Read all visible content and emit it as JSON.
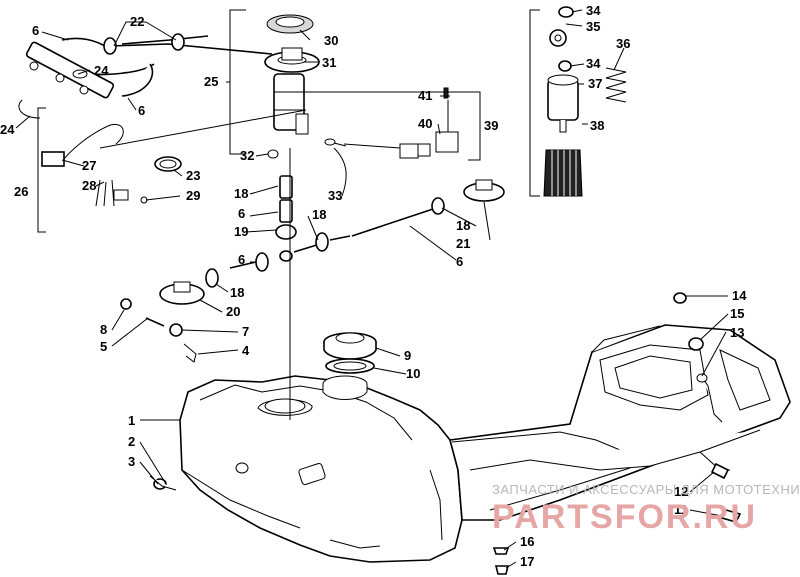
{
  "diagram": {
    "callouts": [
      {
        "id": "c1",
        "text": "1"
      },
      {
        "id": "c2",
        "text": "2"
      },
      {
        "id": "c3",
        "text": "3"
      },
      {
        "id": "c4",
        "text": "4"
      },
      {
        "id": "c5",
        "text": "5"
      },
      {
        "id": "c6a",
        "text": "6"
      },
      {
        "id": "c6b",
        "text": "6"
      },
      {
        "id": "c6c",
        "text": "6"
      },
      {
        "id": "c6d",
        "text": "6"
      },
      {
        "id": "c6e",
        "text": "6"
      },
      {
        "id": "c7",
        "text": "7"
      },
      {
        "id": "c8",
        "text": "8"
      },
      {
        "id": "c9",
        "text": "9"
      },
      {
        "id": "c10",
        "text": "10"
      },
      {
        "id": "c11",
        "text": "11"
      },
      {
        "id": "c12",
        "text": "12"
      },
      {
        "id": "c13",
        "text": "13"
      },
      {
        "id": "c14",
        "text": "14"
      },
      {
        "id": "c15",
        "text": "15"
      },
      {
        "id": "c16",
        "text": "16"
      },
      {
        "id": "c17",
        "text": "17"
      },
      {
        "id": "c18a",
        "text": "18"
      },
      {
        "id": "c18b",
        "text": "18"
      },
      {
        "id": "c18c",
        "text": "18"
      },
      {
        "id": "c18d",
        "text": "18"
      },
      {
        "id": "c19",
        "text": "19"
      },
      {
        "id": "c20",
        "text": "20"
      },
      {
        "id": "c21",
        "text": "21"
      },
      {
        "id": "c22",
        "text": "22"
      },
      {
        "id": "c23",
        "text": "23"
      },
      {
        "id": "c24a",
        "text": "24"
      },
      {
        "id": "c24b",
        "text": "24"
      },
      {
        "id": "c25",
        "text": "25"
      },
      {
        "id": "c26",
        "text": "26"
      },
      {
        "id": "c27",
        "text": "27"
      },
      {
        "id": "c28",
        "text": "28"
      },
      {
        "id": "c29",
        "text": "29"
      },
      {
        "id": "c30",
        "text": "30"
      },
      {
        "id": "c31",
        "text": "31"
      },
      {
        "id": "c32",
        "text": "32"
      },
      {
        "id": "c33",
        "text": "33"
      },
      {
        "id": "c34a",
        "text": "34"
      },
      {
        "id": "c34b",
        "text": "34"
      },
      {
        "id": "c35",
        "text": "35"
      },
      {
        "id": "c36",
        "text": "36"
      },
      {
        "id": "c37",
        "text": "37"
      },
      {
        "id": "c38",
        "text": "38"
      },
      {
        "id": "c39",
        "text": "39"
      },
      {
        "id": "c40",
        "text": "40"
      },
      {
        "id": "c41",
        "text": "41"
      }
    ]
  },
  "watermark": {
    "caption": "ЗАПЧАСТИ И АКСЕССУАРЫ ДЛЯ МОТОТЕХНИКИ",
    "site": "PARTSFOR.RU"
  }
}
